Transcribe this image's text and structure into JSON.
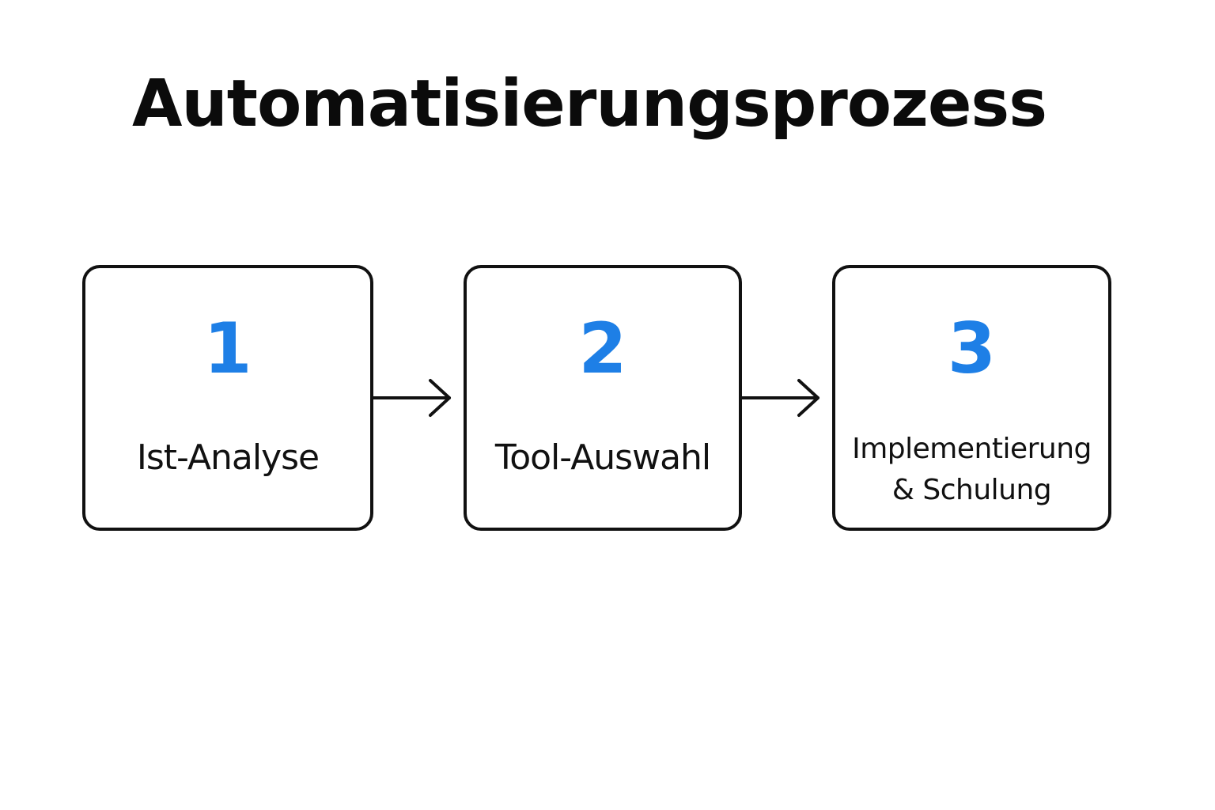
{
  "title": "Automatisierungsprozess",
  "colors": {
    "accent": "#1E7FE6",
    "stroke": "#111111",
    "background": "#FFFFFF"
  },
  "steps": [
    {
      "number": "1",
      "label_lines": [
        "Ist-Analyse"
      ]
    },
    {
      "number": "2",
      "label_lines": [
        "Tool-Auswahl"
      ]
    },
    {
      "number": "3",
      "label_lines": [
        "Implementierung",
        "& Schulung"
      ]
    }
  ],
  "connectors": [
    {
      "from": "1",
      "to": "2",
      "icon": "arrow-right-icon"
    },
    {
      "from": "2",
      "to": "3",
      "icon": "arrow-right-icon"
    }
  ]
}
